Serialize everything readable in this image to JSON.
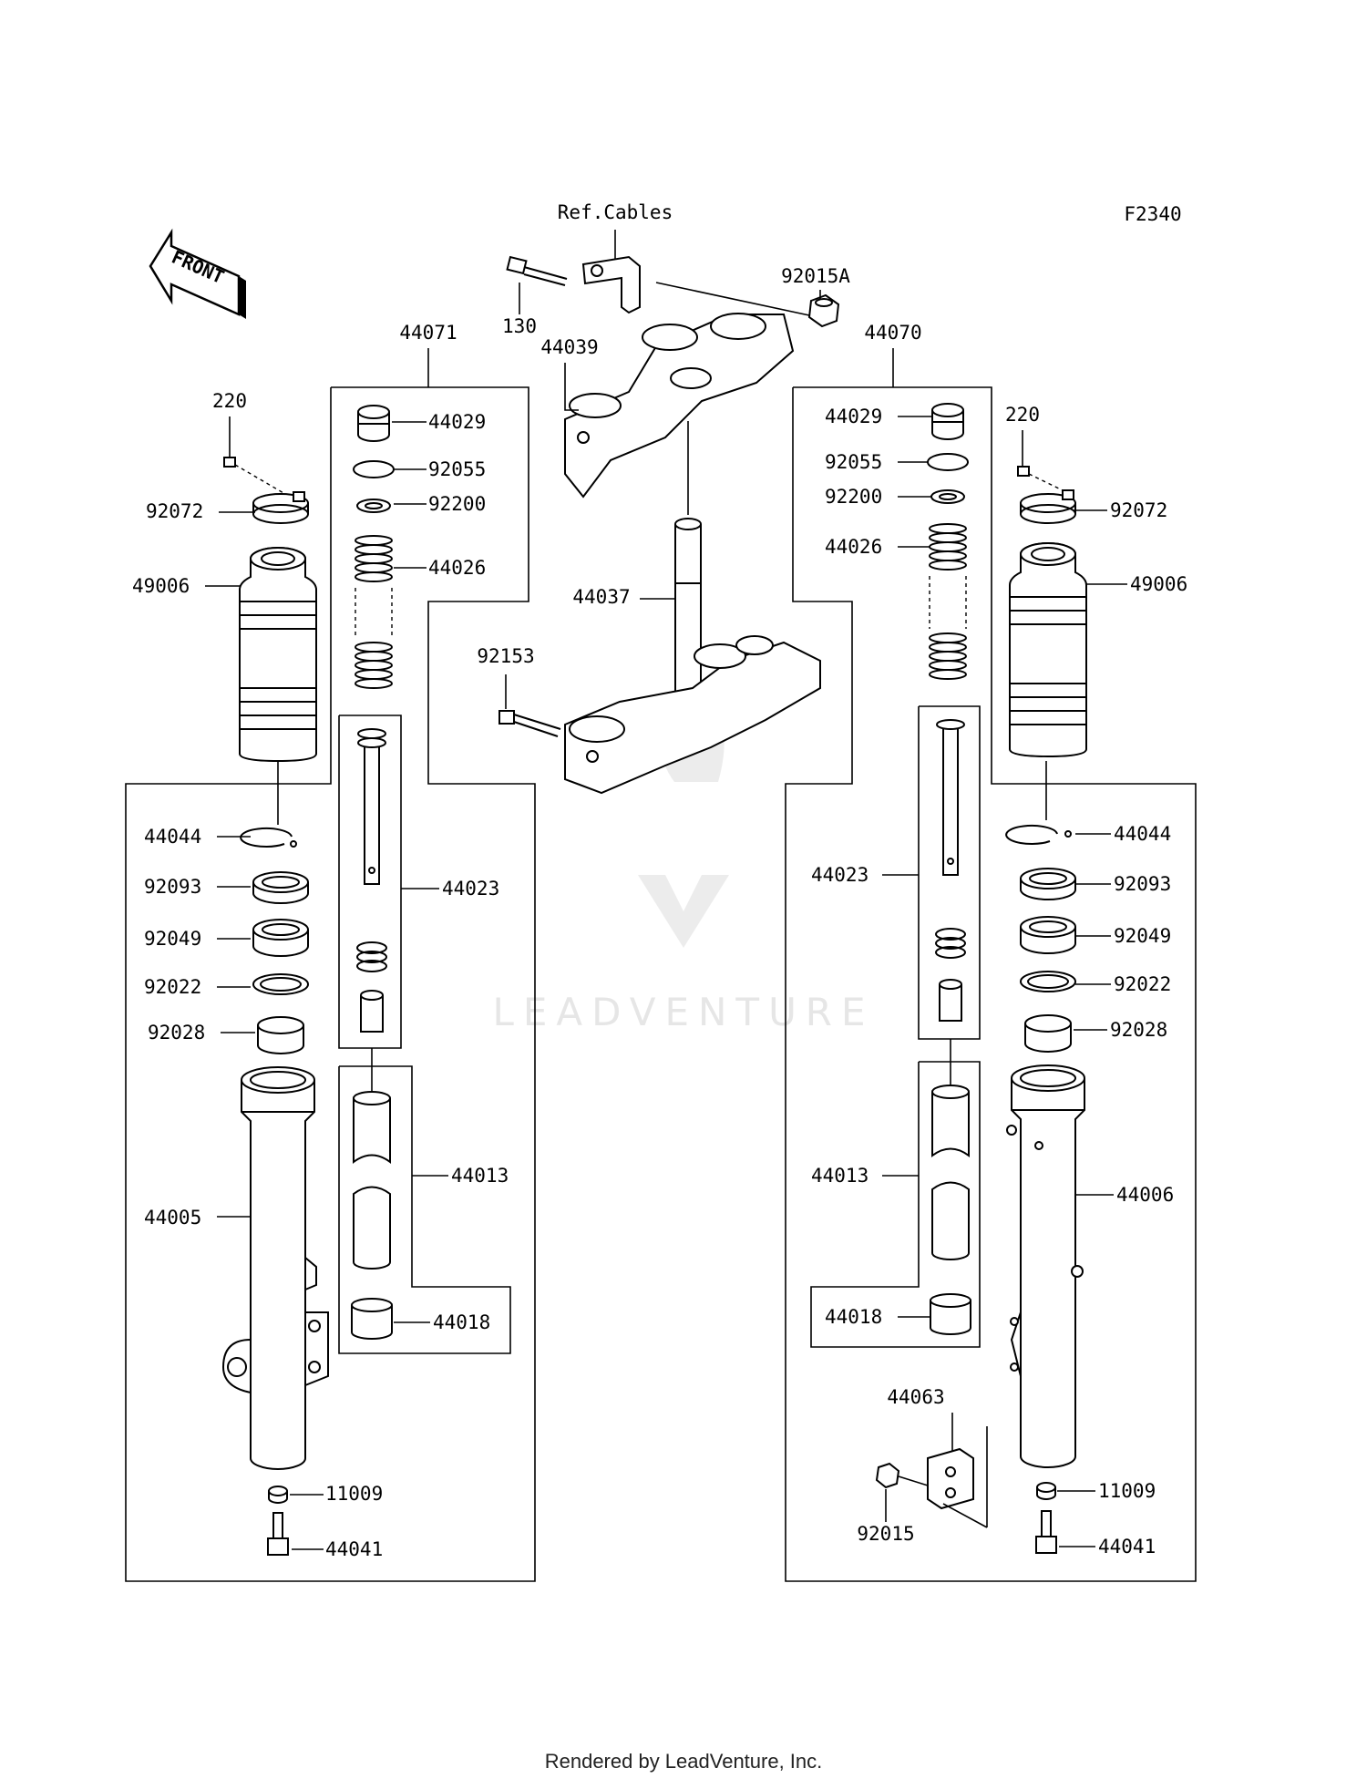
{
  "diagram_code": "F2340",
  "ref_cables": "Ref.Cables",
  "front_label": "FRONT",
  "watermark": "LEADVENTURE",
  "footer": "Rendered by LeadVenture, Inc.",
  "parts": {
    "p130": "130",
    "p92015A": "92015A",
    "p44039": "44039",
    "p44037": "44037",
    "p92153": "92153",
    "left": {
      "group": "44071",
      "p220": "220",
      "p92072": "92072",
      "p49006": "49006",
      "p44029": "44029",
      "p92055": "92055",
      "p92200": "92200",
      "p44026": "44026",
      "p44044": "44044",
      "p92093": "92093",
      "p92049": "92049",
      "p92022": "92022",
      "p92028": "92028",
      "p44023": "44023",
      "p44013": "44013",
      "p44005": "44005",
      "p44018": "44018",
      "p11009": "11009",
      "p44041": "44041"
    },
    "right": {
      "group": "44070",
      "p220": "220",
      "p92072": "92072",
      "p49006": "49006",
      "p44029": "44029",
      "p92055": "92055",
      "p92200": "92200",
      "p44026": "44026",
      "p44044": "44044",
      "p92093": "92093",
      "p92049": "92049",
      "p92022": "92022",
      "p92028": "92028",
      "p44023": "44023",
      "p44013": "44013",
      "p44006": "44006",
      "p44018": "44018",
      "p44063": "44063",
      "p92015": "92015",
      "p11009": "11009",
      "p44041": "44041"
    }
  }
}
